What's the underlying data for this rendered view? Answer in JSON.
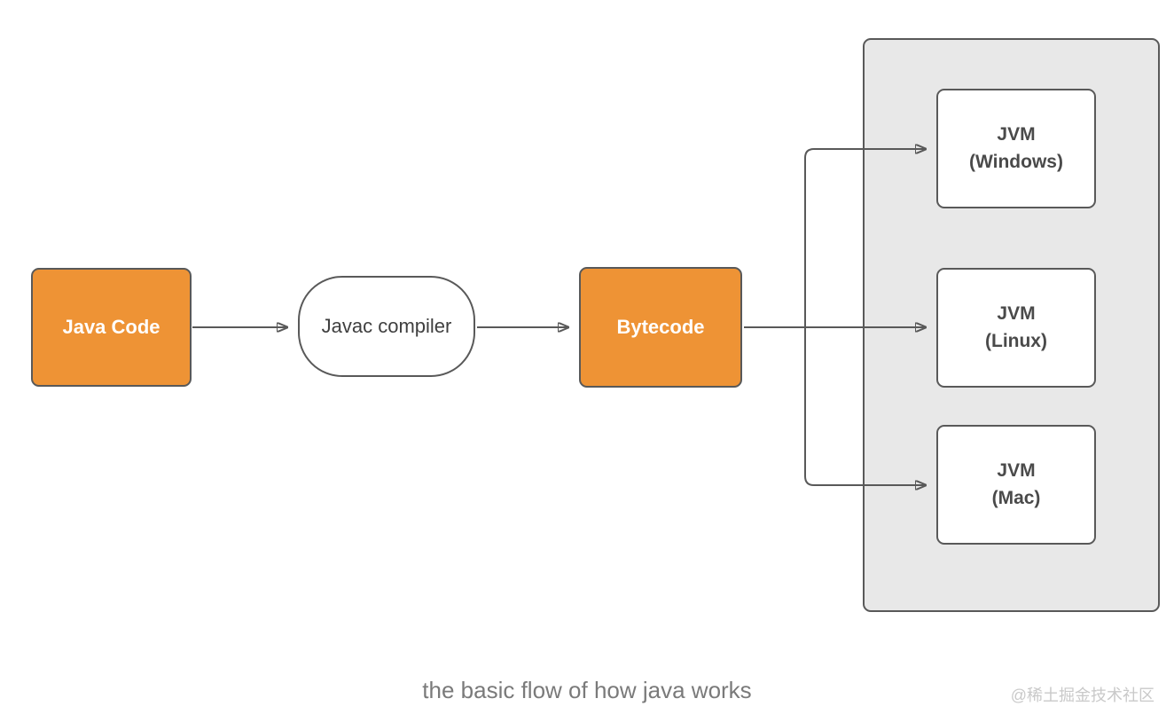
{
  "diagram": {
    "caption": "the basic flow of how java works",
    "watermark": "@稀土掘金技术社区",
    "nodes": {
      "java_code": {
        "label": "Java Code",
        "type": "process",
        "fill": "#EE9335"
      },
      "javac": {
        "label": "Javac compiler",
        "type": "terminator",
        "fill": "#FFFFFF"
      },
      "bytecode": {
        "label": "Bytecode",
        "type": "process",
        "fill": "#EE9335"
      },
      "jvm_group": {
        "type": "container",
        "fill": "#E8E8E8"
      },
      "jvm_windows": {
        "line1": "JVM",
        "line2": "(Windows)"
      },
      "jvm_linux": {
        "line1": "JVM",
        "line2": "(Linux)"
      },
      "jvm_mac": {
        "line1": "JVM",
        "line2": "(Mac)"
      }
    },
    "edges": [
      {
        "from": "java_code",
        "to": "javac"
      },
      {
        "from": "javac",
        "to": "bytecode"
      },
      {
        "from": "bytecode",
        "to": "jvm_windows"
      },
      {
        "from": "bytecode",
        "to": "jvm_linux"
      },
      {
        "from": "bytecode",
        "to": "jvm_mac"
      }
    ],
    "colors": {
      "node_border": "#595959",
      "arrow": "#595959",
      "orange_fill": "#EE9335",
      "container_fill": "#E8E8E8",
      "node_text_light": "#FFFFFF",
      "node_text_dark": "#4A4A4A",
      "caption_text": "#7A7A7A",
      "watermark_text": "#C9C9C9",
      "background": "#FFFFFF"
    }
  }
}
